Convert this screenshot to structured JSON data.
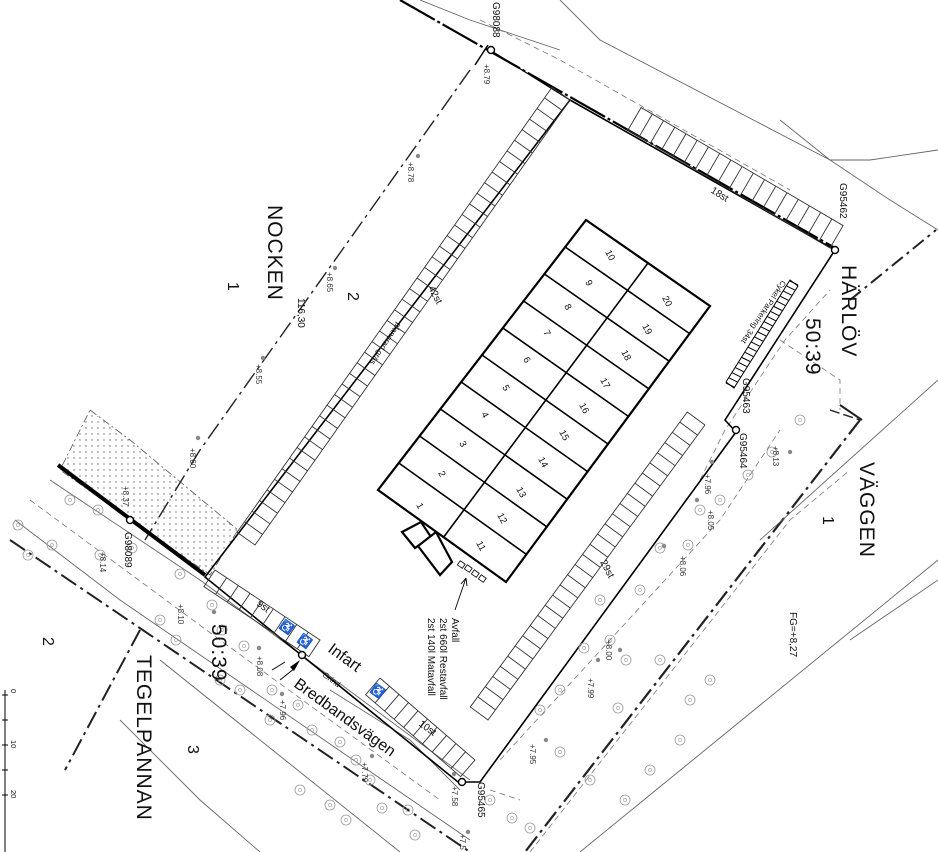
{
  "plan": {
    "street_names": {
      "nocken": "NOCKEN",
      "harlov": "HÄRLÖV",
      "vaggen": "VÄGGEN",
      "tegelpannan": "TEGELPANNAN",
      "bredbandsvagen": "Bredbandsvägen"
    },
    "block_numbers": {
      "nocken_1": "1",
      "nocken_2": "2",
      "vaggen_1": "1",
      "tegelpannan_2": "2",
      "tegelpannan_3": "3"
    },
    "property_ids": {
      "harlov_5039": "50:39",
      "tegel_5039": "50:39"
    },
    "boundary_length": "116,30",
    "fg_note": "FG=+8,27",
    "survey_points": [
      "G98088",
      "G95462",
      "G95463",
      "G95464",
      "G95465",
      "G98089"
    ],
    "elevations": {
      "e879": "+8.79",
      "e878": "+8.78",
      "e865": "+8.65",
      "e855": "+8.55",
      "e860": "+8.60",
      "e837": "+8.37",
      "e814": "+8.14",
      "e810": "+8.10",
      "e808": "+8.08",
      "e796a": "+7.96",
      "e779": "+7.79",
      "e758": "+7.58",
      "e813": "+8.13",
      "e796b": "+7.96",
      "e805": "+8.05",
      "e806": "+8.06",
      "e800": "+8.00",
      "e799": "+7.99",
      "e795": "+7.95",
      "e75x": "+7.5"
    },
    "parking_counts": {
      "west_row": "42st",
      "north_row": "18st",
      "east_row": "29st",
      "south_row_a": "9st",
      "south_row_b": "10st"
    },
    "bike_parking": "Cykel Parkering 34st",
    "planted_grass": "planerad gräs",
    "entrance": "Infart",
    "gate": "Grind",
    "waste_title": "Avfall",
    "waste_line1": "2st 660l Restavfall",
    "waste_line2": "2st 140l Matavfall",
    "units": [
      "1",
      "2",
      "3",
      "4",
      "5",
      "6",
      "7",
      "8",
      "9",
      "10",
      "11",
      "12",
      "13",
      "14",
      "15",
      "16",
      "17",
      "18",
      "19",
      "20"
    ],
    "scale_labels": [
      "0",
      "10",
      "20"
    ]
  }
}
